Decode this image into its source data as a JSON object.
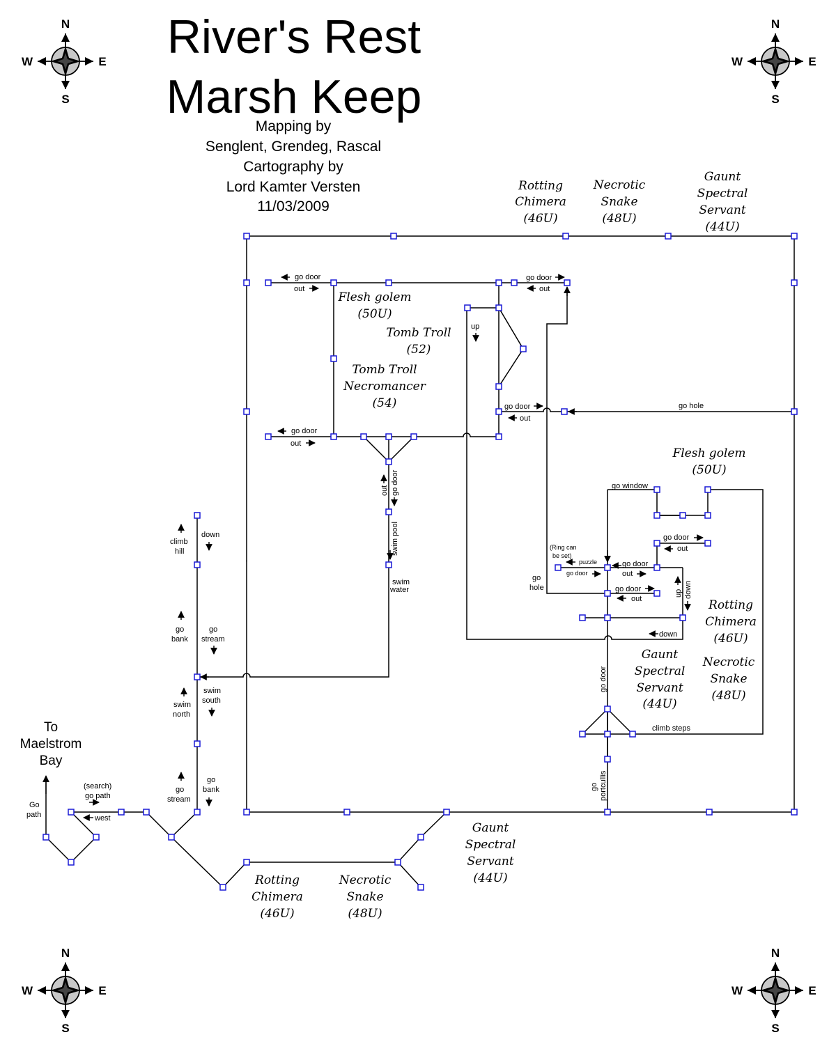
{
  "title": {
    "line1": "River's Rest",
    "line2": "Marsh Keep"
  },
  "credits": [
    "Mapping by",
    "Senglent, Grendeg, Rascal",
    "Cartography by",
    "Lord Kamter Versten",
    "11/03/2009"
  ],
  "compass": {
    "north": "N",
    "south": "S",
    "east": "E",
    "west": "W"
  },
  "places": {
    "maelstrom_bay": [
      "To",
      "Maelstrom",
      "Bay"
    ]
  },
  "mobs": [
    {
      "id": "rotting-chimera-top",
      "lines": [
        "Rotting",
        "Chimera",
        "(46U)"
      ]
    },
    {
      "id": "necrotic-snake-top",
      "lines": [
        "Necrotic",
        "Snake",
        "(48U)"
      ]
    },
    {
      "id": "gaunt-spectral-servant-top",
      "lines": [
        "Gaunt",
        "Spectral",
        "Servant",
        "(44U)"
      ]
    },
    {
      "id": "flesh-golem-upper",
      "lines": [
        "Flesh golem",
        "(50U)"
      ]
    },
    {
      "id": "tomb-troll",
      "lines": [
        "Tomb Troll",
        "(52)"
      ]
    },
    {
      "id": "tomb-troll-necromancer",
      "lines": [
        "Tomb Troll",
        "Necromancer",
        "(54)"
      ]
    },
    {
      "id": "flesh-golem-right",
      "lines": [
        "Flesh golem",
        "(50U)"
      ]
    },
    {
      "id": "rotting-chimera-right",
      "lines": [
        "Rotting",
        "Chimera",
        "(46U)"
      ]
    },
    {
      "id": "gaunt-spectral-servant-mid",
      "lines": [
        "Gaunt",
        "Spectral",
        "Servant",
        "(44U)"
      ]
    },
    {
      "id": "necrotic-snake-right",
      "lines": [
        "Necrotic",
        "Snake",
        "(48U)"
      ]
    },
    {
      "id": "gaunt-spectral-servant-bottom",
      "lines": [
        "Gaunt",
        "Spectral",
        "Servant",
        "(44U)"
      ]
    },
    {
      "id": "rotting-chimera-bottom",
      "lines": [
        "Rotting",
        "Chimera",
        "(46U)"
      ]
    },
    {
      "id": "necrotic-snake-bottom",
      "lines": [
        "Necrotic",
        "Snake",
        "(48U)"
      ]
    }
  ],
  "labels": {
    "go_door": "go door",
    "out": "out",
    "up": "up",
    "down": "down",
    "go_hole": "go hole",
    "go_window": "go window",
    "puzzle": "puzzle",
    "ring_can_be_set": [
      "(Ring can",
      "be set)"
    ],
    "go": "go",
    "hole": "hole",
    "climb_steps": "climb steps",
    "go_portcullis": [
      "go",
      "portcullis"
    ],
    "swim_pool": "swim pool",
    "swim_water": [
      "swim",
      "water"
    ],
    "climb_hill": [
      "climb",
      "hill"
    ],
    "go_bank": [
      "go",
      "bank"
    ],
    "go_stream": [
      "go",
      "stream"
    ],
    "swim_north": [
      "swim",
      "north"
    ],
    "swim_south": [
      "swim",
      "south"
    ],
    "search_go_path": [
      "(search)",
      "go path"
    ],
    "west": "west",
    "go_path": [
      "Go",
      "path"
    ]
  },
  "colors": {
    "node_stroke": "#1a1ad6",
    "line": "#000000",
    "compass_fill": "#c8c8c8"
  }
}
